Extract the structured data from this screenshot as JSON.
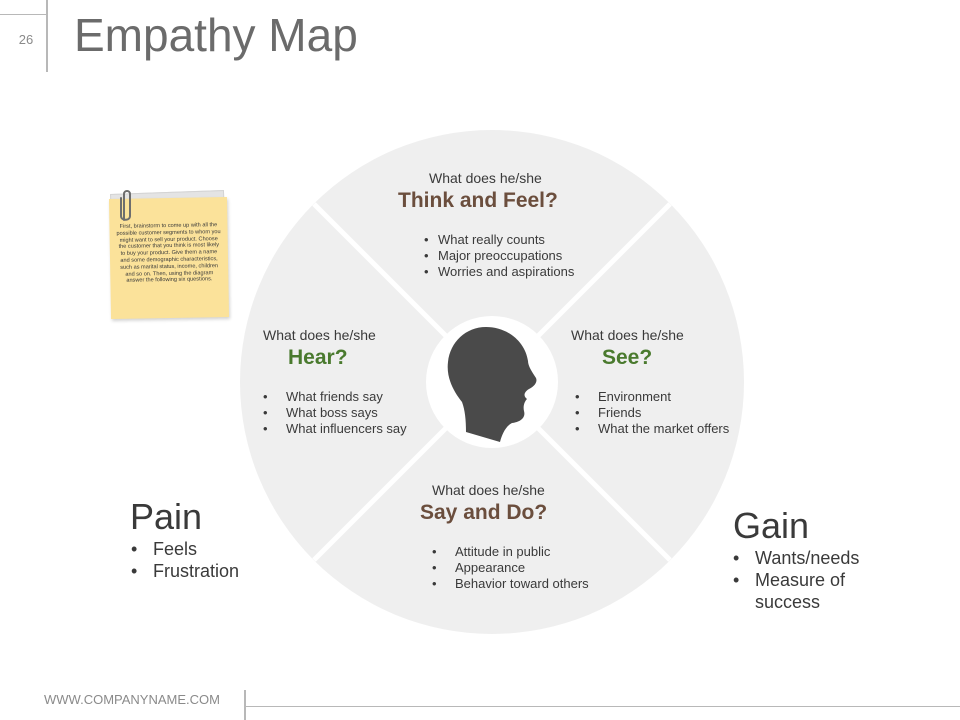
{
  "slide": {
    "number": "26",
    "title": "Empathy Map",
    "footer_url": "WWW.COMPANYNAME.COM"
  },
  "colors": {
    "circle": "#efefef",
    "divider": "#ffffff",
    "head": "#4a4a4a",
    "brown_heading": "#6b4e3d",
    "green_heading": "#4a7a2e",
    "note": "#fbe29a"
  },
  "note": {
    "text": "First, brainstorm to come up with all the possible customer segments to whom you might want to sell your product. Choose the customer that you think is most likely to buy your product. Give them a name and some demographic characteristics, such as marital status, income, children and so on. Then, using the diagram answer the following six questions."
  },
  "diagram": {
    "center_icon": "head-profile-icon",
    "think": {
      "label": "What does he/she",
      "heading": "Think and Feel?",
      "bullets": [
        "What really counts",
        "Major preoccupations",
        "Worries and aspirations"
      ]
    },
    "hear": {
      "label": "What does he/she",
      "heading": "Hear?",
      "bullets": [
        "What friends say",
        "What boss says",
        "What influencers say"
      ]
    },
    "see": {
      "label": "What does he/she",
      "heading": "See?",
      "bullets": [
        "Environment",
        "Friends",
        "What the market offers"
      ]
    },
    "say": {
      "label": "What does he/she",
      "heading": "Say and Do?",
      "bullets": [
        "Attitude in public",
        "Appearance",
        "Behavior toward others"
      ]
    }
  },
  "pain": {
    "title": "Pain",
    "bullets": [
      "Feels",
      "Frustration"
    ]
  },
  "gain": {
    "title": "Gain",
    "bullets": [
      "Wants/needs",
      "Measure of success"
    ]
  }
}
